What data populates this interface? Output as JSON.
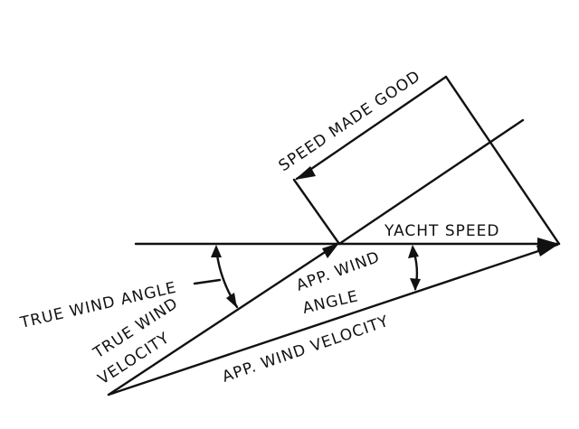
{
  "labels": {
    "speed_made_good": "SPEED MADE GOOD",
    "yacht_speed": "YACHT SPEED",
    "true_wind_angle": "TRUE WIND ANGLE",
    "app_wind_angle_line1": "APP. WIND",
    "app_wind_angle_line2": "ANGLE",
    "true_wind_velocity_line1": "TRUE WIND",
    "true_wind_velocity_line2": "VELOCITY",
    "app_wind_velocity": "APP. WIND VELOCITY"
  }
}
